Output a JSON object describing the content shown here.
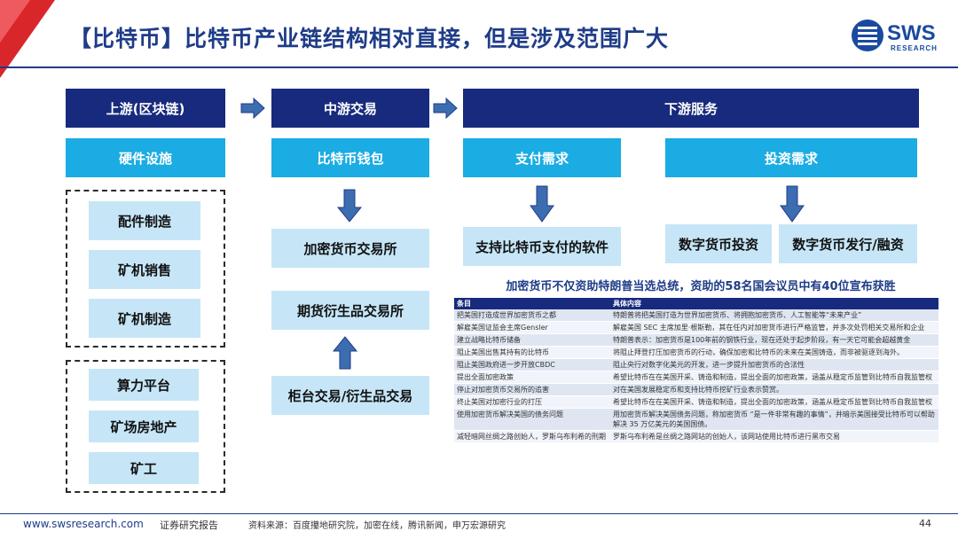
{
  "title": "【比特币】比特币产业链结构相对直接，但是涉及范围广大",
  "logo": {
    "text": "SWS",
    "sub": "RESEARCH"
  },
  "colors": {
    "navy": "#172a7d",
    "cyan": "#1aace3",
    "light_blue": "#c6e6f7",
    "red": "#d9262b",
    "arrow": "#3d6db1"
  },
  "diagram": {
    "upstream": {
      "header": "上游(区块链)",
      "sub": "硬件设施",
      "group1": [
        "配件制造",
        "矿机销售",
        "矿机制造"
      ],
      "group2": [
        "算力平台",
        "矿场房地产",
        "矿工"
      ]
    },
    "midstream": {
      "header": "中游交易",
      "sub": "比特币钱包",
      "items": [
        "加密货币交易所",
        "期货衍生品交易所",
        "柜台交易/衍生品交易"
      ]
    },
    "downstream": {
      "header": "下游服务",
      "payment": "支付需求",
      "payment_item": "支持比特币支付的软件",
      "invest": "投资需求",
      "invest_items": [
        "数字货币投资",
        "数字货币发行/融资"
      ]
    }
  },
  "table": {
    "title": "加密货币不仅资助特朗普当选总统，资助的58名国会议员中有40位宣布获胜",
    "headers": [
      "条目",
      "具体内容"
    ],
    "rows": [
      [
        "把美国打造成世界加密货币之都",
        "特朗普将把美国打造为世界加密货币、将拥抱加密货币、人工智能等“未来产业”"
      ],
      [
        "解雇美国证监会主席Gensler",
        "解雇美国 SEC 主席加里·根斯勒，其在任内对加密货币进行严格监管，并多次处罚相关交易所和企业"
      ],
      [
        "建立战略比特币储备",
        "特朗普表示：加密货币是100年前的钢铁行业，现在还处于起步阶段，有一天它可能会超越黄金"
      ],
      [
        "阻止美国出售其持有的比特币",
        "将阻止拜登打压加密货币的行动，确保加密和比特币的未来在美国铸造，而非被驱逐到海外。"
      ],
      [
        "阻止美国政府进一步开放CBDC",
        "阻止央行对数字化美元的开发，进一步提升加密货币的合法性"
      ],
      [
        "提出全面加密政策",
        "希望比特币在在美国开采、铸造和制造，提出全面的加密政策，涵盖从稳定币监管到比特币自我监管权"
      ],
      [
        "停止对加密货币交易所的追害",
        "对在美国发展稳定币和支持比特币挖矿行业表示赞赏。"
      ],
      [
        "终止美国对加密行业的打压",
        "希望比特币在在美国开采、铸造和制造，提出全面的加密政策，涵盖从稳定币监管到比特币自我监管权"
      ],
      [
        "使用加密货币解决美国的债务问题",
        "用加密货币解决美国债务问题，称加密货币 “是一件非常有趣的事情”，并暗示美国接受比特币可以帮助解决 35 万亿美元的美国国债。"
      ],
      [
        "减轻暗网丝绸之路创始人，罗斯乌布利希的刑期",
        "罗斯乌布利希是丝绸之路网站的创始人，该网站使用比特币进行黑市交易"
      ]
    ]
  },
  "footer": {
    "site": "www.swsresearch.com",
    "report": "证券研究报告",
    "source": "资料来源：百度攥地研究院，加密在线，腾讯新闻，申万宏源研究",
    "page": "44"
  }
}
